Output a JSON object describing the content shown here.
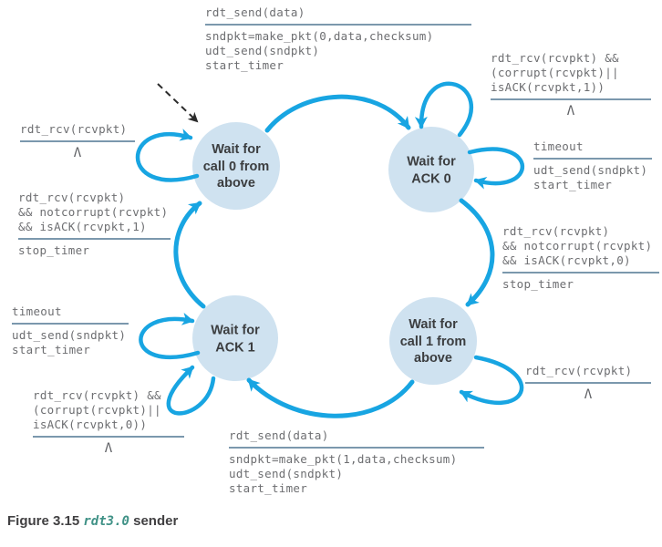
{
  "palette": {
    "arrow_blue": "#18a5e2",
    "state_fill": "#cfe2f0",
    "rule_color": "#7b98ad",
    "code_gray": "#6d6e71",
    "dashed_black": "#2b2b2b",
    "caption_teal": "#3f9186"
  },
  "states": [
    {
      "id": "wait-call0",
      "label": "Wait for\ncall 0 from\nabove"
    },
    {
      "id": "wait-ack0",
      "label": "Wait for\nACK 0"
    },
    {
      "id": "wait-call1",
      "label": "Wait for\ncall 1 from\nabove"
    },
    {
      "id": "wait-ack1",
      "label": "Wait for\nACK 1"
    }
  ],
  "transitions": {
    "send0": {
      "event": "rdt_send(data)",
      "actions": [
        "sndpkt=make_pkt(0,data,checksum)",
        "udt_send(sndpkt)",
        "start_timer"
      ]
    },
    "corrupt_ack1": {
      "event_lines": [
        "rdt_rcv(rcvpkt) &&",
        "(corrupt(rcvpkt)||",
        "isACK(rcvpkt,1))"
      ],
      "action": "Λ"
    },
    "timeout_ack0": {
      "event": "timeout",
      "actions": [
        "udt_send(sndpkt)",
        "start_timer"
      ]
    },
    "ok_ack0": {
      "event_lines": [
        "rdt_rcv(rcvpkt)",
        "&& notcorrupt(rcvpkt)",
        "&& isACK(rcvpkt,0)"
      ],
      "action": "stop_timer"
    },
    "rcv_call1": {
      "event": "rdt_rcv(rcvpkt)",
      "action": "Λ"
    },
    "send1": {
      "event": "rdt_send(data)",
      "actions": [
        "sndpkt=make_pkt(1,data,checksum)",
        "udt_send(sndpkt)",
        "start_timer"
      ]
    },
    "rcv_call0": {
      "event": "rdt_rcv(rcvpkt)",
      "action": "Λ"
    },
    "ok_ack1": {
      "event_lines": [
        "rdt_rcv(rcvpkt)",
        "&& notcorrupt(rcvpkt)",
        "&& isACK(rcvpkt,1)"
      ],
      "action": "stop_timer"
    },
    "timeout_ack1": {
      "event": "timeout",
      "actions": [
        "udt_send(sndpkt)",
        "start_timer"
      ]
    },
    "corrupt_ack0": {
      "event_lines": [
        "rdt_rcv(rcvpkt) &&",
        "(corrupt(rcvpkt)||",
        "isACK(rcvpkt,0))"
      ],
      "action": "Λ"
    }
  },
  "caption": {
    "figure": "Figure 3.15",
    "code": "rdt3.0",
    "suffix": "sender"
  }
}
